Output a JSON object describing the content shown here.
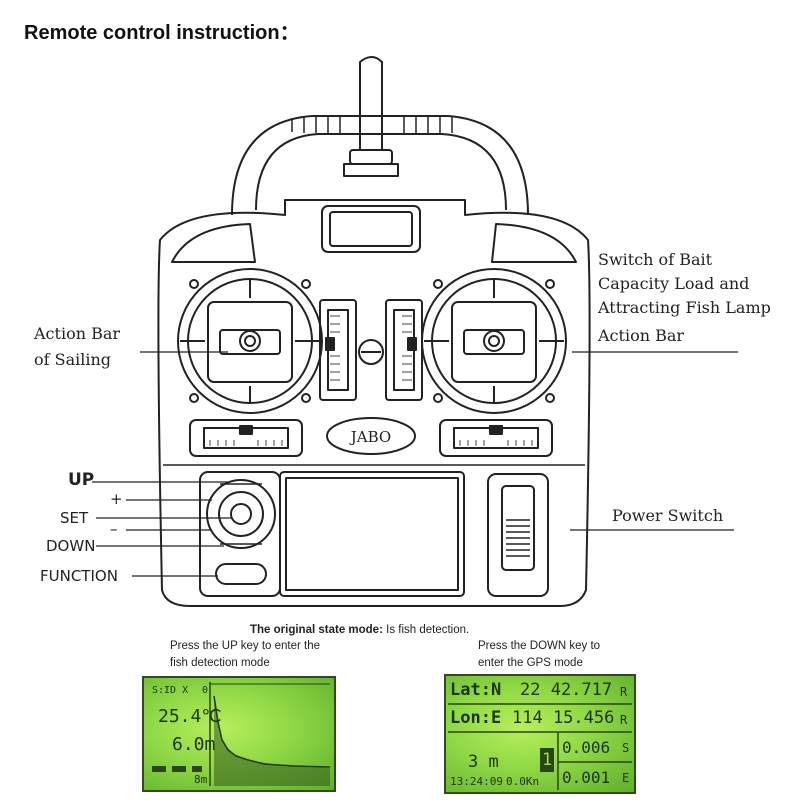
{
  "title": "Remote control instruction：",
  "labels": {
    "action_bar_sailing_1": "Action Bar",
    "action_bar_sailing_2": "of Sailing",
    "switch_bait_1": "Switch of Bait",
    "switch_bait_2": "Capacity Load and",
    "switch_bait_3": "Attracting Fish Lamp",
    "action_bar_right": "Action Bar",
    "power_switch": "Power Switch",
    "up": "UP",
    "plus": "+",
    "set": "SET",
    "minus": "–",
    "down": "DOWN",
    "function": "FUNCTION",
    "brand": "JABO"
  },
  "captions": {
    "mode_title": "The original state mode:",
    "mode_value": "Is fish detection.",
    "up_1": "Press the UP key to enter the",
    "up_2": "fish detection mode",
    "down_1": "Press the DOWN key to",
    "down_2": "enter the GPS mode"
  },
  "fish_screen": {
    "temp": "25.4℃",
    "depth": "6.0m",
    "scale_top": "0",
    "scale_bottom": "8m",
    "corner": "S:ID X"
  },
  "gps_screen": {
    "lat_label": "Lat:N",
    "lat_value": "22 42.717",
    "lat_suffix": "R",
    "lon_label": "Lon:E",
    "lon_value": "114 15.456",
    "lon_suffix": "R",
    "distance": "3 m",
    "digit": "1",
    "val1": "0.006",
    "val1_suffix": "S",
    "val2": "0.001",
    "val2_suffix": "E",
    "time": "13:24:09",
    "speed": "0.0Kn"
  },
  "colors": {
    "screen_green": "#8fd845",
    "screen_text": "#1e3310",
    "line": "#222222"
  }
}
